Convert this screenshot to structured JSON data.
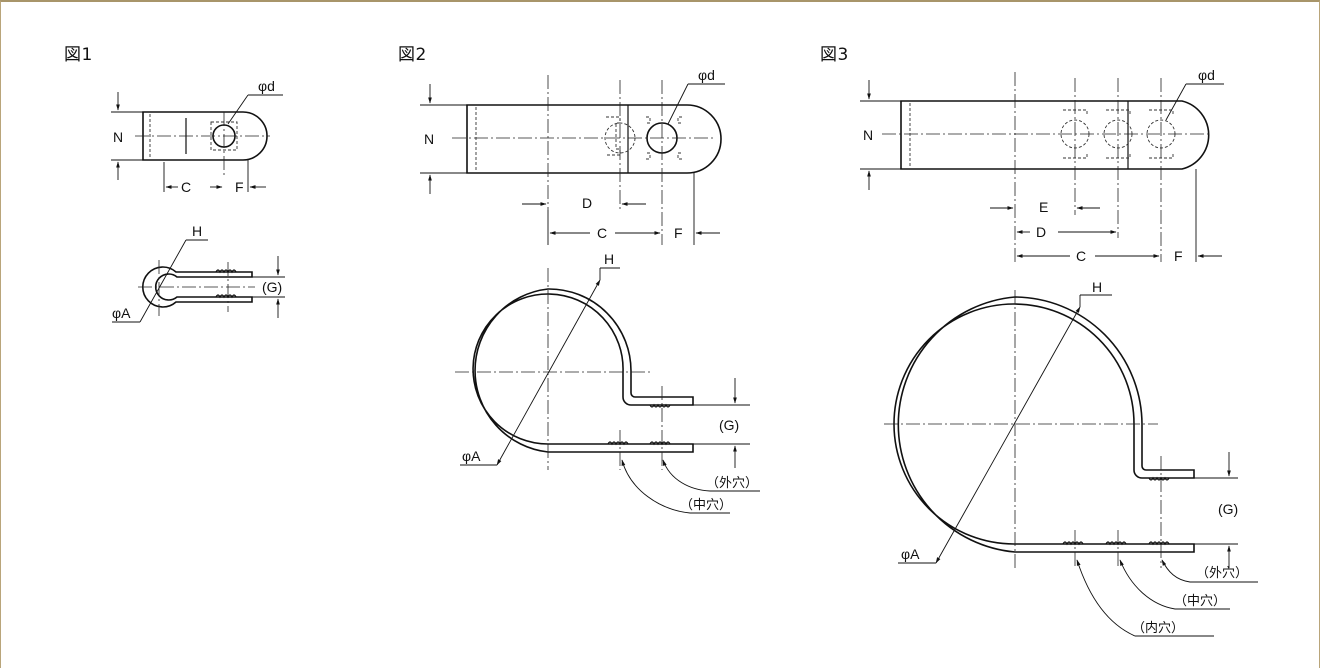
{
  "figures": [
    {
      "title": "図1"
    },
    {
      "title": "図2"
    },
    {
      "title": "図3"
    }
  ],
  "labels": {
    "phi_d": "φd",
    "phi_A": "φA",
    "N": "N",
    "C": "C",
    "D": "D",
    "E": "E",
    "F": "F",
    "H": "H",
    "G": "(G)",
    "outer_hole": "（外穴）",
    "middle_hole": "（中穴）",
    "inner_hole": "（内穴）"
  }
}
